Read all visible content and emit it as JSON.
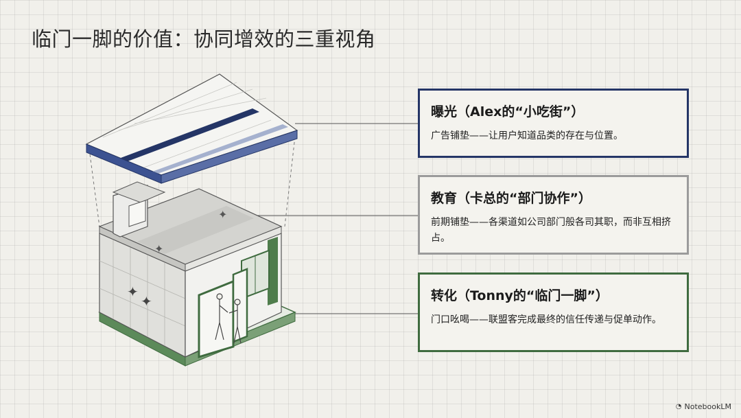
{
  "title": "临门一脚的价值：协同增效的三重视角",
  "cards": [
    {
      "title": "曝光（Alex的“小吃街”）",
      "desc": "广告铺垫——让用户知道品类的存在与位置。",
      "border_color": "#243566"
    },
    {
      "title": "教育（卡总的“部门协作”）",
      "desc": "前期铺垫——各渠道如公司部门般各司其职，而非互相挤占。",
      "border_color": "#9b9b9b"
    },
    {
      "title": "转化（Tonny的“临门一脚”）",
      "desc": "门口吆喝——联盟客完成最终的信任传递与促单动作。",
      "border_color": "#3f6b3f"
    }
  ],
  "brand": {
    "icon": "notebooklm-icon",
    "label": "NotebookLM"
  }
}
